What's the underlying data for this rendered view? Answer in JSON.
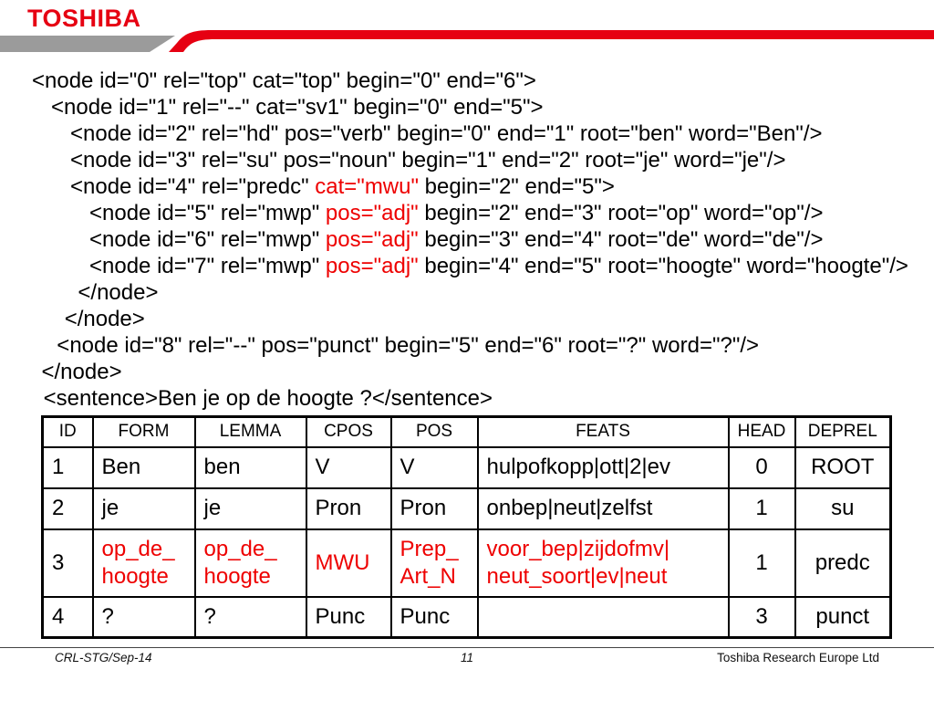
{
  "colors": {
    "brand_red": "#e60012",
    "highlight_red": "#ee0000",
    "gray_band": "#9b9b9b"
  },
  "logo": {
    "text": "TOSHIBA"
  },
  "code": {
    "lines": [
      {
        "indent": 0,
        "segments": [
          {
            "text": "<node id=\"0\" rel=\"top\" cat=\"top\" begin=\"0\" end=\"6\">",
            "color": "black"
          }
        ]
      },
      {
        "indent": 1,
        "segments": [
          {
            "text": "<node id=\"1\" rel=\"--\" cat=\"sv1\" begin=\"0\" end=\"5\">",
            "color": "black"
          }
        ]
      },
      {
        "indent": 2,
        "segments": [
          {
            "text": "<node id=\"2\" rel=\"hd\" pos=\"verb\" begin=\"0\" end=\"1\" root=\"ben\" word=\"Ben\"/>",
            "color": "black"
          }
        ]
      },
      {
        "indent": 2,
        "segments": [
          {
            "text": "<node id=\"3\" rel=\"su\" pos=\"noun\" begin=\"1\" end=\"2\" root=\"je\" word=\"je\"/>",
            "color": "black"
          }
        ]
      },
      {
        "indent": 2,
        "segments": [
          {
            "text": "<node id=\"4\" rel=\"predc\" ",
            "color": "black"
          },
          {
            "text": "cat=\"mwu\"",
            "color": "red"
          },
          {
            "text": " begin=\"2\" end=\"5\">",
            "color": "black"
          }
        ]
      },
      {
        "indent": 3,
        "segments": [
          {
            "text": "<node id=\"5\" rel=\"mwp\" ",
            "color": "black"
          },
          {
            "text": "pos=\"adj\"",
            "color": "red"
          },
          {
            "text": " begin=\"2\" end=\"3\" root=\"op\" word=\"op\"/>",
            "color": "black"
          }
        ]
      },
      {
        "indent": 3,
        "segments": [
          {
            "text": "<node id=\"6\" rel=\"mwp\" ",
            "color": "black"
          },
          {
            "text": "pos=\"adj\"",
            "color": "red"
          },
          {
            "text": " begin=\"3\" end=\"4\" root=\"de\" word=\"de\"/>",
            "color": "black"
          }
        ]
      },
      {
        "indent": 3,
        "segments": [
          {
            "text": "<node id=\"7\" rel=\"mwp\" ",
            "color": "black"
          },
          {
            "text": "pos=\"adj\"",
            "color": "red"
          },
          {
            "text": " begin=\"4\" end=\"5\" root=\"hoogte\" word=\"hoogte\"/>",
            "color": "black"
          }
        ]
      },
      {
        "indent": 2.4,
        "segments": [
          {
            "text": "</node>",
            "color": "black"
          }
        ]
      },
      {
        "indent": 1.7,
        "segments": [
          {
            "text": "</node>",
            "color": "black"
          }
        ]
      },
      {
        "indent": 1.3,
        "segments": [
          {
            "text": "<node id=\"8\" rel=\"--\" pos=\"punct\" begin=\"5\" end=\"6\" root=\"?\" word=\"?\"/>",
            "color": "black"
          }
        ]
      },
      {
        "indent": 0.5,
        "segments": [
          {
            "text": "</node>",
            "color": "black"
          }
        ]
      },
      {
        "indent": 0.6,
        "segments": [
          {
            "text": "<sentence>Ben je op de hoogte ?</sentence>",
            "color": "black"
          }
        ]
      }
    ]
  },
  "table": {
    "headers": [
      "ID",
      "FORM",
      "LEMMA",
      "CPOS",
      "POS",
      "FEATS",
      "HEAD",
      "DEPREL"
    ],
    "rows": [
      {
        "cells": [
          "1",
          "Ben",
          "ben",
          "V",
          "V",
          "hulpofkopp|ott|2|ev",
          "0",
          "ROOT"
        ],
        "red_cells": []
      },
      {
        "cells": [
          "2",
          "je",
          "je",
          "Pron",
          "Pron",
          "onbep|neut|zelfst",
          "1",
          "su"
        ],
        "red_cells": []
      },
      {
        "cells": [
          "3",
          "op_de_\nhoogte",
          "op_de_\nhoogte",
          "MWU",
          "Prep_\nArt_N",
          "voor_bep|zijdofmv|\nneut_soort|ev|neut",
          "1",
          "predc"
        ],
        "red_cells": [
          1,
          2,
          3,
          4,
          5
        ]
      },
      {
        "cells": [
          "4",
          "?",
          "?",
          "Punc",
          "Punc",
          "",
          "3",
          "punct"
        ],
        "red_cells": []
      }
    ]
  },
  "footer": {
    "left": "CRL-STG/Sep-14",
    "page": "11",
    "right": "Toshiba Research Europe Ltd"
  }
}
